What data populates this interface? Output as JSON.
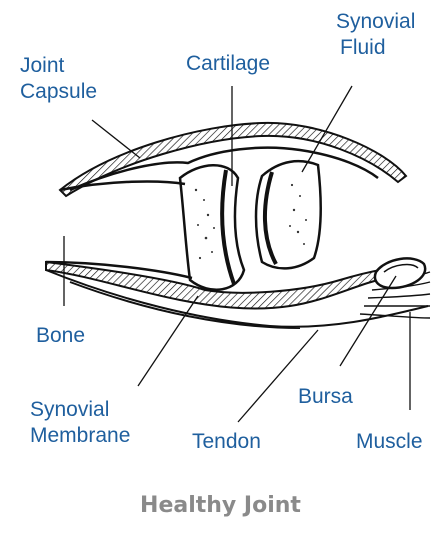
{
  "title": "Healthy Joint",
  "colors": {
    "label": "#1f5f9e",
    "title": "#8a8a8a",
    "ink": "#111111"
  },
  "labels": {
    "joint_capsule": [
      "Joint",
      "Capsule"
    ],
    "cartilage": "Cartilage",
    "synovial_fluid": [
      "Synovial",
      "Fluid"
    ],
    "bone": "Bone",
    "synovial_membrane": [
      "Synovial",
      "Membrane"
    ],
    "tendon": "Tendon",
    "bursa": "Bursa",
    "muscle": "Muscle"
  }
}
